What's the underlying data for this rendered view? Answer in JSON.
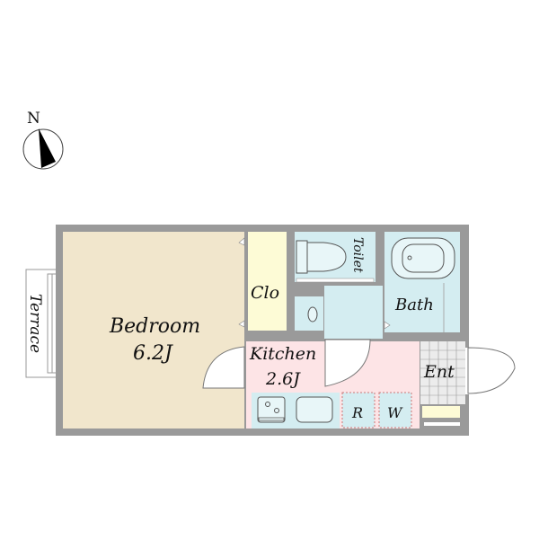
{
  "compass": {
    "north_label": "N"
  },
  "rooms": {
    "bedroom": {
      "name": "Bedroom",
      "size": "6.2J"
    },
    "closet": {
      "name": "Clo"
    },
    "kitchen": {
      "name": "Kitchen",
      "size": "2.6J"
    },
    "toilet": {
      "name": "Toilet"
    },
    "bath": {
      "name": "Bath"
    },
    "entrance": {
      "name": "Ent"
    },
    "terrace": {
      "name": "Terrace"
    },
    "refrigerator": {
      "name": "R"
    },
    "washer": {
      "name": "W"
    }
  },
  "colors": {
    "wall": "#9a9a9a",
    "bedroom": "#f1e6cc",
    "closet": "#fdfbd6",
    "kitchen": "#fde4e6",
    "wet": "#d4edf1",
    "entrance": "#ececec"
  }
}
